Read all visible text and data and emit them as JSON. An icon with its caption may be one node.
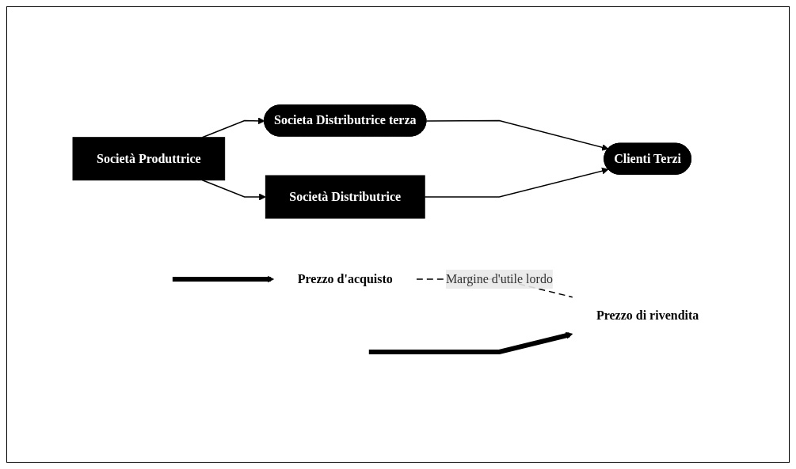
{
  "diagram": {
    "nodes": [
      {
        "text": [
          "Prezzo d'acquisto"
        ]
      },
      {
        "text": [
          "Prezzo di rivendita"
        ]
      },
      {
        "text": [
          "Societa Distributrice terza"
        ]
      },
      {
        "text": [
          "Società Produttrice"
        ]
      },
      {
        "text": [
          "Clienti Terzi"
        ]
      },
      {
        "text": [
          "Società Distributrice"
        ]
      }
    ],
    "edges": [
      {
        "from": 0,
        "to": 1,
        "arrow": "none",
        "style": "dashed",
        "label": "Margine d'utile lordo"
      },
      {
        "from": null,
        "to": 0,
        "arrow": "to",
        "style": "thick"
      },
      {
        "from": null,
        "to": 1,
        "arrow": "to",
        "style": "thick"
      },
      {
        "from": 3,
        "to": 2,
        "arrow": "to"
      },
      {
        "from": 3,
        "to": 5,
        "arrow": "to"
      },
      {
        "from": 2,
        "to": 4,
        "arrow": "to"
      },
      {
        "from": 5,
        "to": 4,
        "arrow": "to"
      }
    ]
  }
}
